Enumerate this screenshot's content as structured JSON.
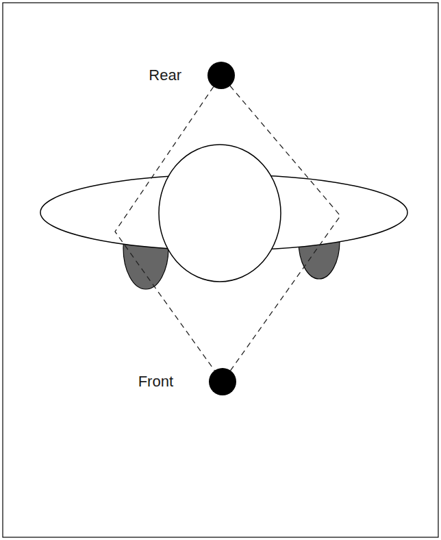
{
  "diagram": {
    "nodes": [
      {
        "text": [
          "Rear"
        ]
      },
      {
        "text": [
          "Front"
        ]
      }
    ],
    "edges": [
      {
        "from": 0,
        "to": 1,
        "arrow": "none"
      },
      {
        "from": 0,
        "to": 1,
        "arrow": "none"
      }
    ]
  }
}
